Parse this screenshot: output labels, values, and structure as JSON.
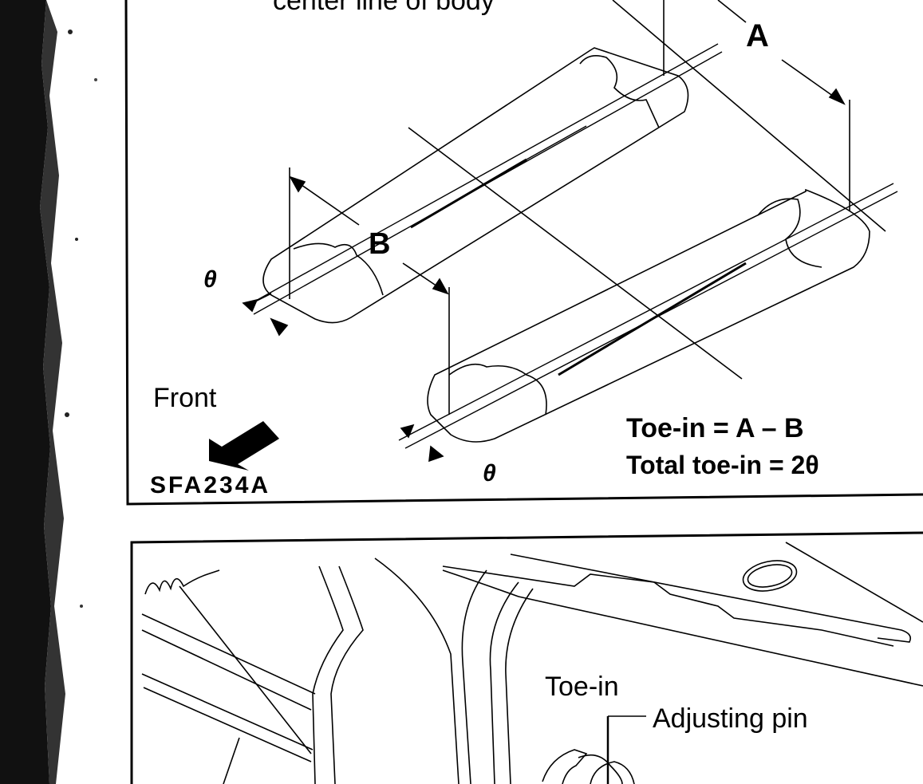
{
  "top_figure": {
    "caption_partial": "center line of body",
    "label_a": "A",
    "label_b": "B",
    "theta_left": "θ",
    "theta_bottom": "θ",
    "front_label": "Front",
    "figure_code": "SFA234A",
    "formula_line1": "Toe-in = A – B",
    "formula_line2": "Total toe-in = 2θ"
  },
  "bottom_figure": {
    "label_toe_in": "Toe-in",
    "label_adjusting_pin": "Adjusting pin"
  },
  "colors": {
    "ink": "#000000",
    "paper": "#ffffff",
    "scan_edge": "#111111"
  }
}
